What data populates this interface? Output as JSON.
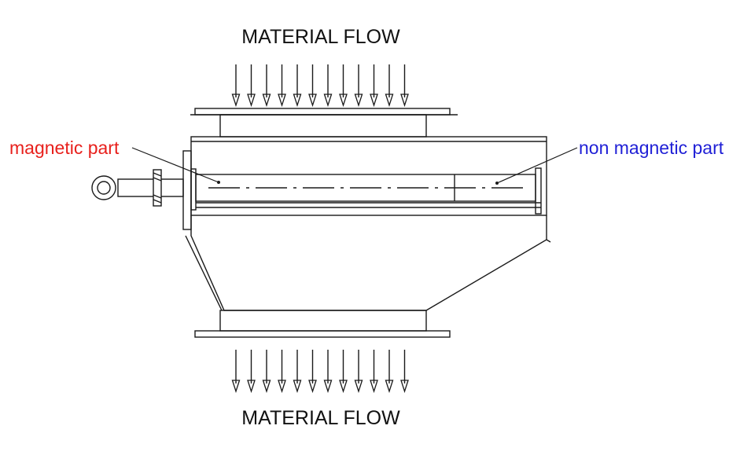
{
  "labels": {
    "top_flow": "MATERIAL FLOW",
    "bottom_flow": "MATERIAL FLOW",
    "magnetic": "magnetic part",
    "non_magnetic": "non magnetic part"
  },
  "colors": {
    "line": "#1a1a1a",
    "magnetic_label": "#e8201c",
    "non_magnetic_label": "#1f1fd6",
    "background": "#ffffff"
  }
}
